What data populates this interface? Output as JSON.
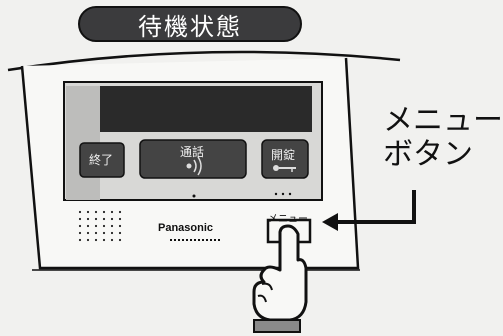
{
  "status": {
    "title": "待機状態"
  },
  "callout": {
    "line1": "メニュー",
    "line2": "ボタン"
  },
  "panel": {
    "end_button": "終了",
    "talk_button": "通話",
    "unlock_button": "開錠",
    "brand": "Panasonic",
    "menu_label": "メニュー"
  },
  "icons": {
    "speaker": "speaker-grille-icon",
    "talk": "sound-wave-icon",
    "unlock": "key-icon",
    "pointer": "hand-pointer-icon",
    "arrow": "arrow-left-icon"
  },
  "colors": {
    "pill": "#3b3b3d",
    "screen": "#2a2a2a",
    "button": "#444444",
    "frame": "#111111"
  }
}
